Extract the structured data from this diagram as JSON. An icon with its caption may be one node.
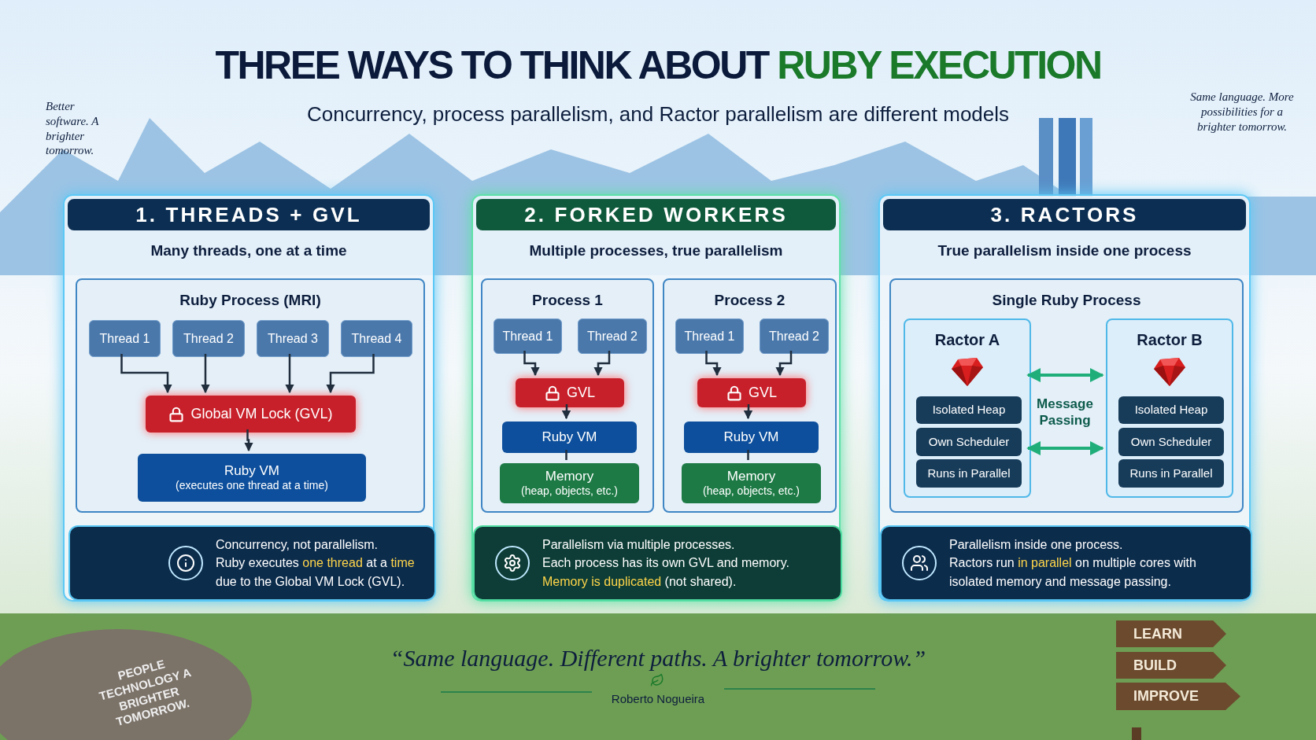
{
  "diagram": {
    "title": "THREE WAYS TO THINK ABOUT **RUBY EXECUTION**",
    "nodes": [
      {
        "text": [
          "1. THREADS + GVL",
          "Many threads, one at a time"
        ]
      },
      {
        "text": [
          "Ruby Process (MRI)"
        ],
        "in": 0
      },
      {
        "text": [
          "Thread 1"
        ],
        "in": 1
      },
      {
        "text": [
          "Thread 2"
        ],
        "in": 1
      },
      {
        "text": [
          "Thread 3"
        ],
        "in": 1
      },
      {
        "text": [
          "Thread 4"
        ],
        "in": 1
      },
      {
        "text": [
          "Global VM Lock (GVL)"
        ],
        "in": 1
      },
      {
        "text": [
          "Ruby VM",
          "(executes one thread at a time)"
        ],
        "in": 1
      },
      {
        "text": [
          "Concurrency, not parallelism.",
          "Ruby executes **one thread** at a **time** due to the Global VM Lock (GVL)."
        ],
        "in": 0
      },
      {
        "text": [
          "2. FORKED WORKERS",
          "Multiple processes, true parallelism"
        ]
      },
      {
        "text": [
          "Process 1"
        ],
        "in": 9
      },
      {
        "text": [
          "Thread 1"
        ],
        "in": 10
      },
      {
        "text": [
          "Thread 2"
        ],
        "in": 10
      },
      {
        "text": [
          "GVL"
        ],
        "in": 10
      },
      {
        "text": [
          "Ruby VM"
        ],
        "in": 10
      },
      {
        "text": [
          "Memory",
          "(heap, objects, etc.)"
        ],
        "in": 10
      },
      {
        "text": [
          "Process 2"
        ],
        "in": 9
      },
      {
        "text": [
          "Thread 1"
        ],
        "in": 16
      },
      {
        "text": [
          "Thread 2"
        ],
        "in": 16
      },
      {
        "text": [
          "GVL"
        ],
        "in": 16
      },
      {
        "text": [
          "Ruby VM"
        ],
        "in": 16
      },
      {
        "text": [
          "Memory",
          "(heap, objects, etc.)"
        ],
        "in": 16
      },
      {
        "text": [
          "Parallelism via multiple processes.",
          "Each process has its own GVL and memory. **Memory is duplicated** (not shared)."
        ],
        "in": 9
      },
      {
        "text": [
          "3. RACTORS",
          "True parallelism inside one process"
        ]
      },
      {
        "text": [
          "Single Ruby Process"
        ],
        "in": 23
      },
      {
        "text": [
          "Ractor A"
        ],
        "in": 24
      },
      {
        "text": [
          "Isolated Heap"
        ],
        "in": 25
      },
      {
        "text": [
          "Own Scheduler"
        ],
        "in": 25
      },
      {
        "text": [
          "Runs in Parallel"
        ],
        "in": 25
      },
      {
        "text": [
          "Ractor B"
        ],
        "in": 24
      },
      {
        "text": [
          "Isolated Heap"
        ],
        "in": 29
      },
      {
        "text": [
          "Own Scheduler"
        ],
        "in": 29
      },
      {
        "text": [
          "Runs in Parallel"
        ],
        "in": 29
      },
      {
        "text": [
          "Parallelism inside one process.",
          "Ractors run **in parallel** on multiple cores with isolated memory and message passing."
        ],
        "in": 23
      },
      {
        "text": [
          "LEARN"
        ]
      },
      {
        "text": [
          "BUILD"
        ]
      },
      {
        "text": [
          "IMPROVE"
        ]
      }
    ],
    "edges": [
      {
        "from": 2,
        "to": 6,
        "arrow": "to"
      },
      {
        "from": 3,
        "to": 6,
        "arrow": "to"
      },
      {
        "from": 4,
        "to": 6,
        "arrow": "to"
      },
      {
        "from": 5,
        "to": 6,
        "arrow": "to"
      },
      {
        "from": 6,
        "to": 7,
        "arrow": "to"
      },
      {
        "from": 11,
        "to": 13,
        "arrow": "to"
      },
      {
        "from": 12,
        "to": 13,
        "arrow": "to"
      },
      {
        "from": 13,
        "to": 14,
        "arrow": "to"
      },
      {
        "from": 14,
        "to": 15,
        "arrow": "none"
      },
      {
        "from": 17,
        "to": 19,
        "arrow": "to"
      },
      {
        "from": 18,
        "to": 19,
        "arrow": "to"
      },
      {
        "from": 19,
        "to": 20,
        "arrow": "to"
      },
      {
        "from": 20,
        "to": 21,
        "arrow": "none"
      },
      {
        "from": 25,
        "to": 29,
        "arrow": "both",
        "color": "#1fae7a"
      },
      {
        "from": 25,
        "to": 29,
        "arrow": "both",
        "color": "#1fae7a"
      }
    ],
    "labels": [
      "Concurrency, process parallelism, and Ractor parallelism are different models",
      "Better software. A brighter tomorrow.",
      "Same language. More possibilities for a brighter tomorrow.",
      "Message Passing",
      "“Same language. Different paths. A brighter tomorrow.”",
      "Roberto Nogueira",
      "PEOPLE TECHNOLOGY A BRIGHTER TOMORROW."
    ]
  }
}
